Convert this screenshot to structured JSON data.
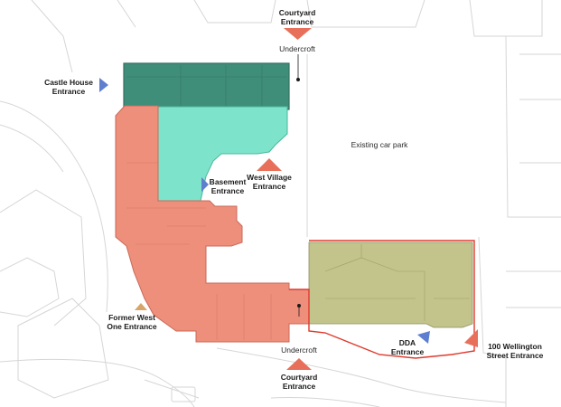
{
  "colors": {
    "castle_house_block": "#3f8e7a",
    "west_village_block": "#7ee3cb",
    "main_block": "#ee8f7c",
    "wellington_block": "#c3c38c",
    "site_boundary": "#e03a2e",
    "entrance_red": "#e8705a",
    "entrance_blue": "#5e7fd0",
    "entrance_tan": "#d7a56a"
  },
  "labels": {
    "courtyard_top": {
      "line1": "Courtyard",
      "line2": "Entrance"
    },
    "undercroft_top": "Undercroft",
    "castle_house": {
      "line1": "Castle House",
      "line2": "Entrance"
    },
    "existing_car_park": "Existing car park",
    "west_village": {
      "line1": "West Village",
      "line2": "Entrance"
    },
    "basement": {
      "line1": "Basement",
      "line2": "Entrance"
    },
    "former_west_one": {
      "line1": "Former West",
      "line2": "One Entrance"
    },
    "undercroft_bottom": "Undercroft",
    "courtyard_bottom": {
      "line1": "Courtyard",
      "line2": "Entrance"
    },
    "dda": {
      "line1": "DDA",
      "line2": "Entrance"
    },
    "wellington": {
      "line1": "100 Wellington",
      "line2": "Street Entrance"
    }
  },
  "icons": {
    "courtyard_top": "triangle-down-icon",
    "castle_house": "triangle-right-icon",
    "west_village": "triangle-up-icon",
    "basement": "triangle-right-icon",
    "former_west_one": "triangle-up-icon",
    "courtyard_bottom": "triangle-up-icon",
    "dda": "triangle-left-icon",
    "wellington": "triangle-left-icon"
  }
}
